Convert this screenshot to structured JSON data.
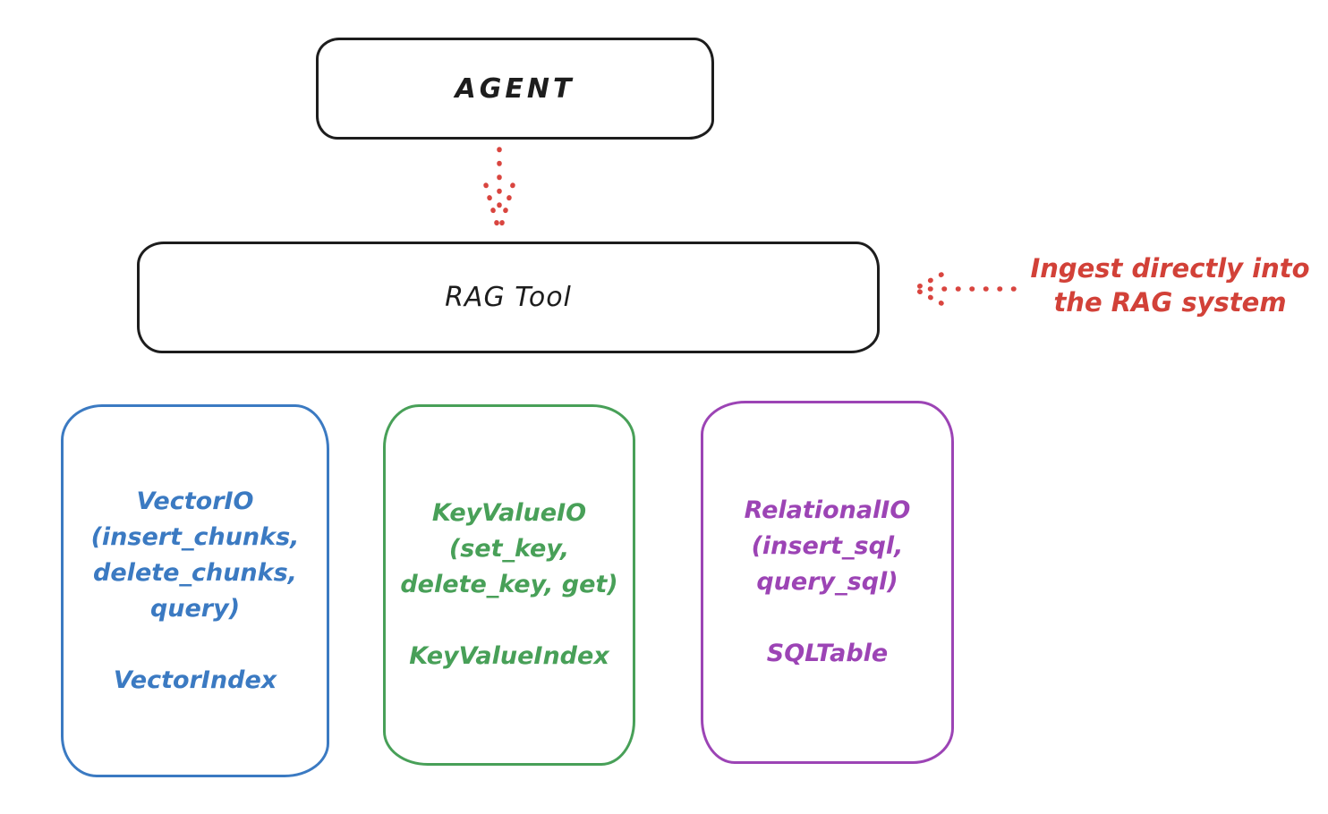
{
  "diagram": {
    "agent_box": {
      "label": "AGENT"
    },
    "rag_tool_box": {
      "label": "RAG Tool"
    },
    "annotation": {
      "line1": "Ingest directly into",
      "line2": "the RAG system"
    },
    "backends": [
      {
        "id": "vector-io",
        "color": "#3b7ac2",
        "lines": [
          "VectorIO",
          "(insert_chunks,",
          "delete_chunks,",
          "query)"
        ],
        "index_label": "VectorIndex"
      },
      {
        "id": "keyvalue-io",
        "color": "#48a058",
        "lines": [
          "KeyValueIO",
          "(set_key,",
          "delete_key, get)"
        ],
        "index_label": "KeyValueIndex"
      },
      {
        "id": "relational-io",
        "color": "#9c44b5",
        "lines": [
          "RelationalIO",
          "(insert_sql,",
          "query_sql)"
        ],
        "index_label": "SQLTable"
      }
    ],
    "colors": {
      "stroke_black": "#1d1d1d",
      "arrow_red": "#d24138",
      "vector_blue": "#3b7ac2",
      "keyvalue_green": "#48a058",
      "relational_purple": "#9c44b5",
      "background": "#ffffff"
    }
  }
}
